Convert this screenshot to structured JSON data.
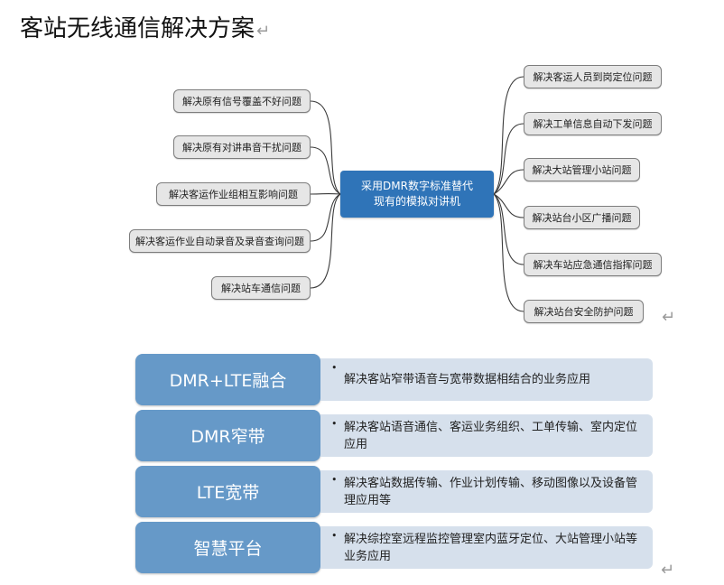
{
  "document": {
    "title": "客站无线通信解决方案",
    "paragraph_mark": "↵"
  },
  "mindmap": {
    "center": {
      "line1": "采用DMR数字标准替代",
      "line2": "现有的模拟对讲机"
    },
    "left": [
      "解决原有信号覆盖不好问题",
      "解决原有对讲串音干扰问题",
      "解决客运作业组相互影响问题",
      "解决客运作业自动录音及录音查询问题",
      "解决站车通信问题"
    ],
    "right": [
      "解决客运人员到岗定位问题",
      "解决工单信息自动下发问题",
      "解决大站管理小站问题",
      "解决站台小区广播问题",
      "解决车站应急通信指挥问题",
      "解决站台安全防护问题"
    ]
  },
  "features": [
    {
      "label": "DMR+LTE融合",
      "bullet": "•",
      "desc": "解决客站窄带语音与宽带数据相结合的业务应用"
    },
    {
      "label": "DMR窄带",
      "bullet": "•",
      "desc": "解决客站语音通信、客运业务组织、工单传输、室内定位应用"
    },
    {
      "label": "LTE宽带",
      "bullet": "•",
      "desc": "解决客站数据传输、作业计划传输、移动图像以及设备管理应用等"
    },
    {
      "label": "智慧平台",
      "bullet": "•",
      "desc": "解决综控室远程监控管理室内蓝牙定位、大站管理小站等业务应用"
    }
  ],
  "colors": {
    "center_fill": "#2f74b8",
    "label_fill": "#6699c8",
    "desc_fill": "#d6e0ec",
    "node_fill": "#e6e6e6"
  }
}
